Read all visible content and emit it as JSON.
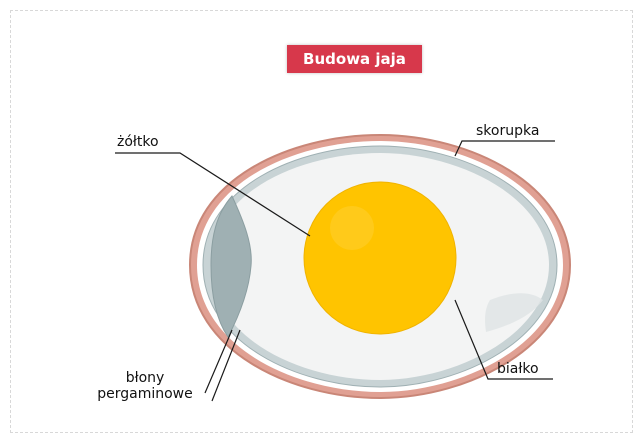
{
  "title": "Budowa jaja",
  "labels": {
    "yolk": "żółtko",
    "shell": "skorupka",
    "albumen": "białko",
    "membranes": [
      "błony",
      "pergaminowe"
    ]
  },
  "colors": {
    "title_bg": "#d7384b",
    "shell_outer": "#d99a8c",
    "shell_inner": "#c5d1d3",
    "egg_white": "#f2f3f3",
    "yolk": "#ffc600",
    "air_cell": "#aebcbe",
    "leader_lines": "#1a1a1a"
  }
}
